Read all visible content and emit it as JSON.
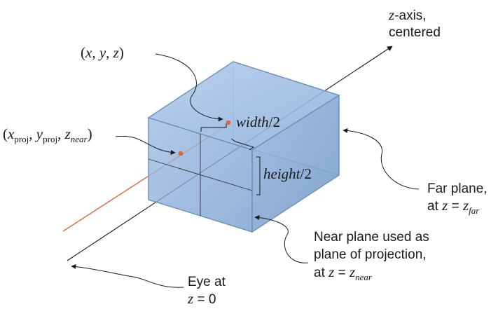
{
  "labels": {
    "z_axis_line1": "z",
    "z_axis_line1_rest": "-axis,",
    "z_axis_line2": "centered",
    "point_open": "(",
    "point_x": "x",
    "point_y": "y",
    "point_z": "z",
    "point_close": ")",
    "proj_open": "(",
    "proj_x": "x",
    "proj_sub": "proj",
    "proj_y": "y",
    "proj_z": "z",
    "proj_zsub": "near",
    "proj_close": ")",
    "width_word": "width",
    "width_suffix": "/2",
    "height_word": "height",
    "height_suffix": "/2",
    "far_line1": "Far plane,",
    "far_line2_pre": "at ",
    "far_line2_z": "z",
    "far_line2_eq": " = ",
    "far_line2_z2": "z",
    "far_line2_sub": "far",
    "near_line1": "Near plane used as",
    "near_line2": "plane of projection,",
    "near_line3_pre": "at ",
    "near_line3_z": "z",
    "near_line3_eq": " = ",
    "near_line3_z2": "z",
    "near_line3_sub": "near",
    "eye_line1": "Eye at",
    "eye_line2_z": "z",
    "eye_line2_rest": " = 0"
  },
  "colors": {
    "box_fill": "#8fb3dc",
    "box_edge": "#6d8fb8",
    "ray": "#e06a3a",
    "axis": "#1a1a1a",
    "point": "#e0663a"
  }
}
